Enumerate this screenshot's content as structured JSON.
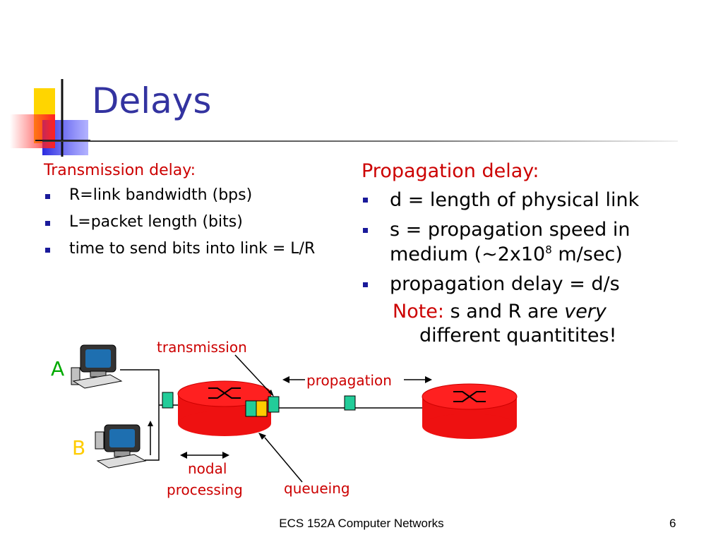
{
  "slide": {
    "title": "Delays",
    "footer": "ECS 152A  Computer Networks",
    "page_number": "6"
  },
  "transmission": {
    "heading": "Transmission delay:",
    "bullets": [
      "R=link bandwidth (bps)",
      "L=packet length (bits)",
      "time to send bits into link = L/R"
    ]
  },
  "propagation": {
    "heading": "Propagation delay:",
    "bullets": [
      "d = length of physical link",
      "s = propagation speed in medium (~2x10",
      "propagation delay = d/s"
    ],
    "superscript": "8",
    "bullet2_tail": " m/sec)",
    "note_label": "Note:",
    "note_line1_a": " s and R are ",
    "note_line1_b": "very",
    "note_line2": "different quantitites!"
  },
  "diagram": {
    "labels": {
      "transmission": "transmission",
      "propagation": "propagation",
      "nodal": "nodal",
      "processing": "processing",
      "queueing": "queueing",
      "host_a": "A",
      "host_b": "B"
    },
    "colors": {
      "router": "#ee1111",
      "packet": "#22cc99",
      "queued_packet": "#ffcc00",
      "label": "#cc0000",
      "host_label_a": "#00aa00",
      "host_label_b": "#ffcc00"
    }
  }
}
